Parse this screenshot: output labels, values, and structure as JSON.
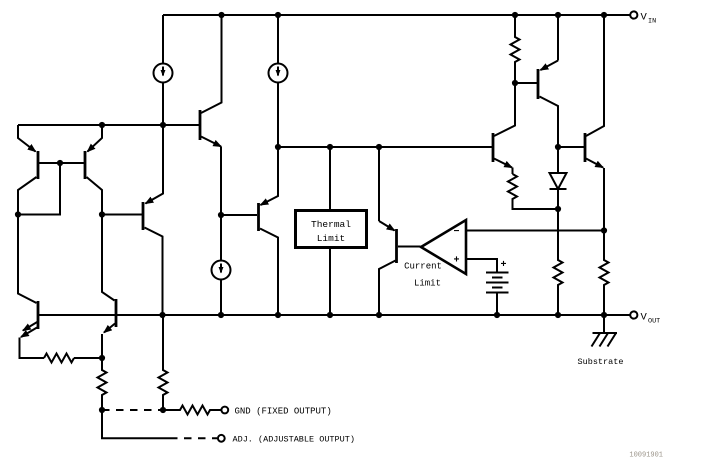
{
  "figure": {
    "background": "#ffffff",
    "line_color": "#000000",
    "figure_number": "10091901",
    "figure_number_color": "#9a9388"
  },
  "terminals": {
    "vin": {
      "main": "V",
      "sub": "IN"
    },
    "vout": {
      "main": "V",
      "sub": "OUT"
    },
    "gnd": {
      "label": "GND (FIXED OUTPUT)"
    },
    "adj": {
      "label": "ADJ. (ADJUSTABLE OUTPUT)"
    },
    "substrate": {
      "label": "Substrate"
    }
  },
  "blocks": {
    "thermal_limit": {
      "line1": "Thermal",
      "line2": "Limit"
    },
    "current_limit": {
      "line1": "Current",
      "line2": "Limit"
    }
  },
  "symbols": {
    "comparator_minus": "−",
    "comparator_plus": "+",
    "battery_plus": "+"
  }
}
